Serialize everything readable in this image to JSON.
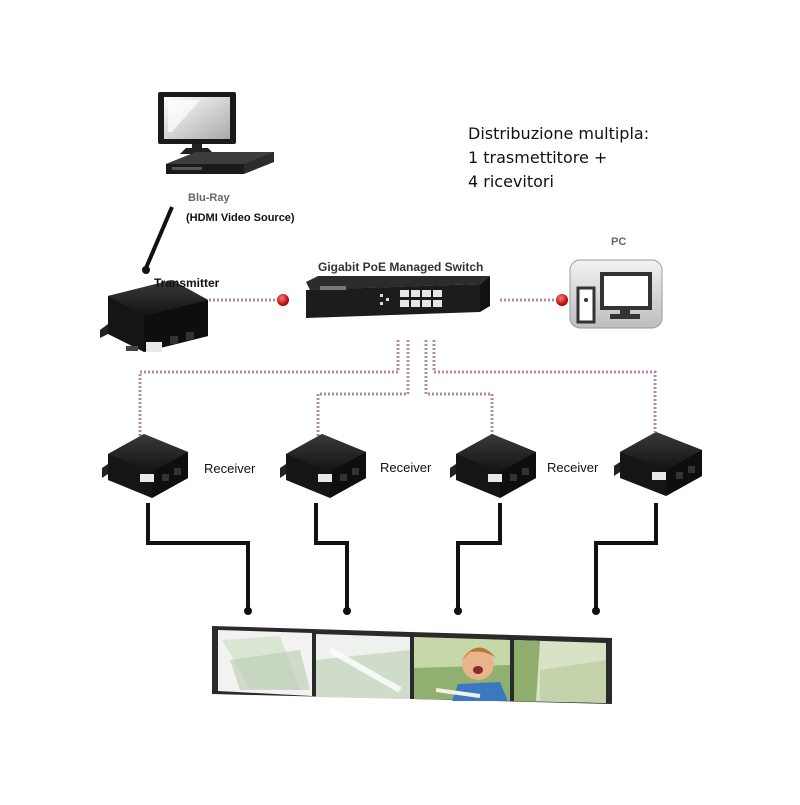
{
  "description": {
    "line1": "Distribuzione multipla:",
    "line2": "1 trasmettitore +",
    "line3": "4 ricevitori"
  },
  "source": {
    "name": "Blu-Ray",
    "subtitle": "(HDMI Video Source)"
  },
  "transmitter": {
    "label": "Transmitter"
  },
  "switch": {
    "label": "Gigabit PoE Managed Switch"
  },
  "pc": {
    "label": "PC"
  },
  "receivers": [
    {
      "label": "Receiver"
    },
    {
      "label": "Receiver"
    },
    {
      "label": "Receiver"
    }
  ],
  "colors": {
    "device": "#1c1c1c",
    "network_cable": "#b48aa8",
    "connector": "#d22020",
    "hdmi_cable": "#111111"
  },
  "icons": [
    "monitor-icon",
    "bluray-player-icon",
    "pc-icon",
    "extender-device-icon",
    "network-switch-icon",
    "video-wall-icon"
  ]
}
